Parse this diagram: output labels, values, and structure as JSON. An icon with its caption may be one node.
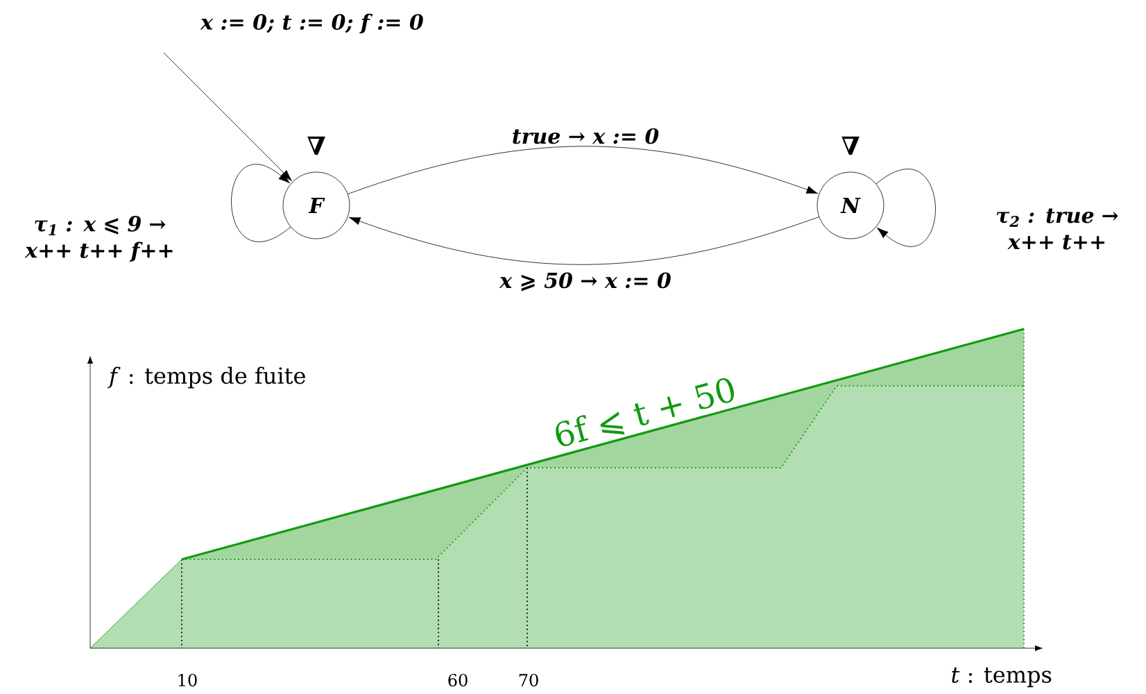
{
  "diagram": {
    "nodes": [
      {
        "text": [
          "F"
        ],
        "beside": [
          "∇"
        ]
      },
      {
        "text": [
          "N"
        ],
        "beside": [
          "∇"
        ]
      }
    ],
    "edges": [
      {
        "from": null,
        "to": 0,
        "arrow": "to",
        "label": "x := 0; t := 0; f := 0"
      },
      {
        "from": 0,
        "to": 1,
        "arrow": "to",
        "label": "true → x := 0"
      },
      {
        "from": 1,
        "to": 0,
        "arrow": "to",
        "label": "x ⩾ 50 → x := 0"
      },
      {
        "from": 0,
        "to": 0,
        "arrow": "to",
        "label": "τ$_{1}$ : x ⩽ 9 → x++ t++ f++"
      },
      {
        "from": 1,
        "to": 1,
        "arrow": "to",
        "label": "τ$_{2}$ : true → x++ t++"
      }
    ],
    "labels": [
      "*f* : temps de fuite",
      "6f ⩽ t + 50",
      "10",
      "60",
      "70",
      "*t* : temps"
    ]
  }
}
